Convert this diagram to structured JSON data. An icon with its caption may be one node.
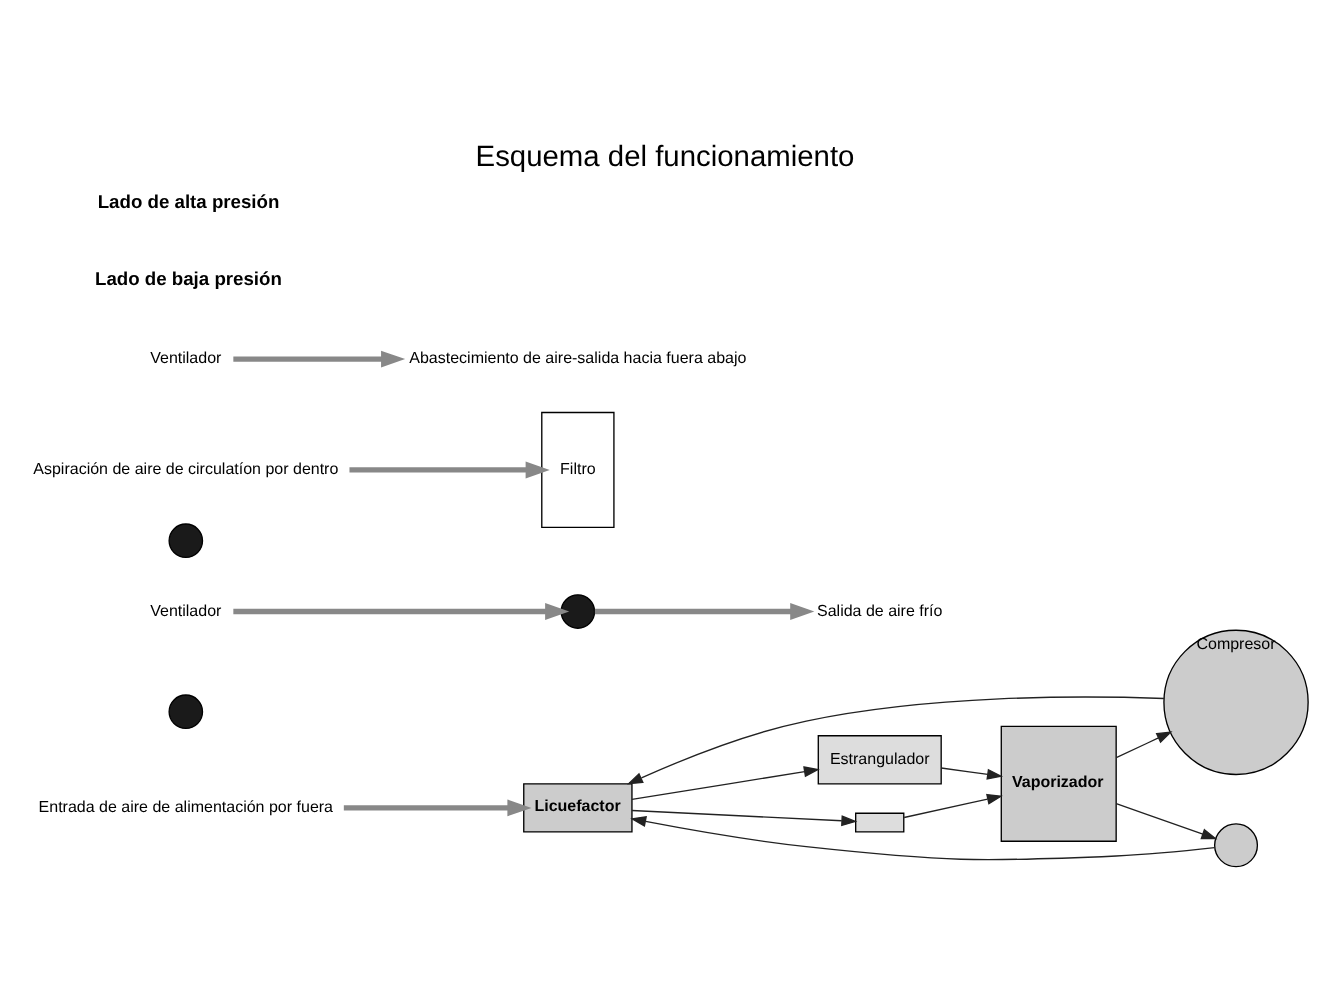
{
  "diagram": {
    "title": "Esquema del funcionamiento",
    "nodes": [
      {
        "text": [
          "Entrada de aire de alimentación por fuera"
        ]
      },
      {
        "text": [
          "Compresor"
        ]
      },
      {
        "text": [],
        "shape": "circle"
      },
      {
        "text": [],
        "shape": "circle"
      },
      {
        "text": [],
        "shape": "circle"
      },
      {
        "text": [
          "Salida de aire frío"
        ]
      },
      {
        "text": [
          "Licuefactor"
        ]
      },
      {
        "text": [
          "Vaporizador"
        ]
      },
      {
        "text": [
          "Filtro"
        ]
      },
      {
        "text": [
          "Ventilador"
        ]
      },
      {
        "text": [],
        "shape": "circle"
      },
      {
        "text": [
          "Ventilador"
        ]
      },
      {
        "text": [
          "Aspiración de aire de circulatíon por dentro"
        ]
      },
      {
        "text": [
          "Abastecimiento de aire-salida hacia fuera abajo"
        ]
      },
      {
        "text": [
          "Estrangulador"
        ]
      },
      {
        "text": [],
        "shape": "valve"
      }
    ],
    "edges": [
      {
        "from": 0,
        "to": 6,
        "arrow": "to",
        "style": "thick",
        "color": "#888888"
      },
      {
        "from": 1,
        "to": 6,
        "arrow": "to"
      },
      {
        "from": 10,
        "to": 6,
        "arrow": "to"
      },
      {
        "from": 6,
        "to": 14,
        "arrow": "to"
      },
      {
        "from": 6,
        "to": 15,
        "arrow": "to"
      },
      {
        "from": 7,
        "to": 1,
        "arrow": "to"
      },
      {
        "from": 7,
        "to": 10,
        "arrow": "to"
      },
      {
        "from": 14,
        "to": 7,
        "arrow": "to"
      },
      {
        "from": 15,
        "to": 7,
        "arrow": "to"
      },
      {
        "from": 11,
        "to": 13,
        "arrow": "to",
        "style": "thick",
        "color": "#888888"
      },
      {
        "from": 12,
        "to": 8,
        "arrow": "to",
        "style": "thick",
        "color": "#888888"
      },
      {
        "from": 9,
        "to": 3,
        "arrow": "to",
        "style": "thick",
        "color": "#888888"
      },
      {
        "from": 3,
        "to": 5,
        "arrow": "to",
        "style": "thick",
        "color": "#888888"
      }
    ],
    "labels": [
      "Lado de alta presión",
      "Lado de baja presión"
    ]
  }
}
